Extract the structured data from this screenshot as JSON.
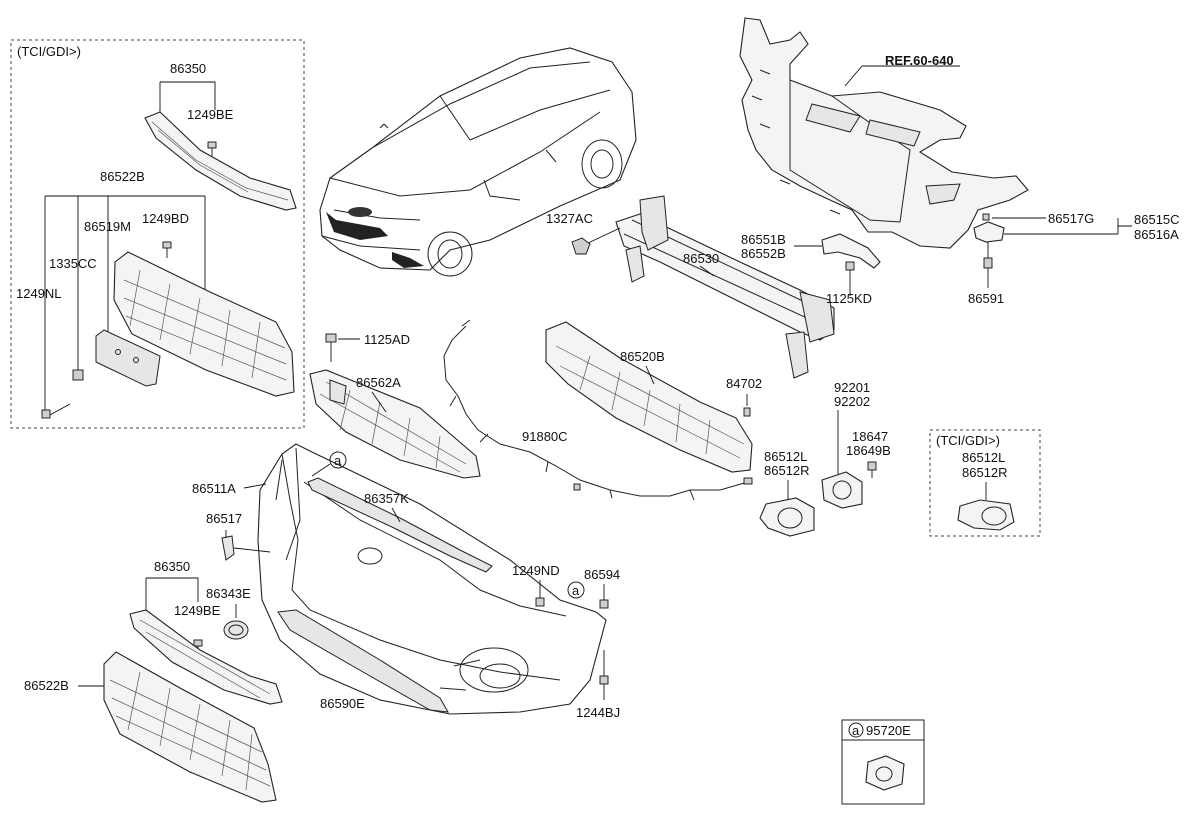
{
  "boxes": {
    "tci_gdi_left": "(TCI/GDI>)",
    "tci_gdi_right": "(TCI/GDI>)",
    "callout_symbol": "a",
    "callout_part": "95720E"
  },
  "reference": "REF.60-640",
  "labels": {
    "p86350_top": "86350",
    "p1249BE_top": "1249BE",
    "p86522B_top": "86522B",
    "p86519M": "86519M",
    "p1249BD": "1249BD",
    "p1335CC": "1335CC",
    "p1249NL": "1249NL",
    "p1327AC": "1327AC",
    "p86530": "86530",
    "p86551B": "86551B",
    "p86552B": "86552B",
    "p1125KD": "1125KD",
    "p86517G": "86517G",
    "p86515C": "86515C",
    "p86516A": "86516A",
    "p86591": "86591",
    "p1125AD": "1125AD",
    "p86562A": "86562A",
    "p86520B": "86520B",
    "p84702": "84702",
    "p92201": "92201",
    "p92202": "92202",
    "p18647": "18647",
    "p18649B": "18649B",
    "p91880C": "91880C",
    "p86512L": "86512L",
    "p86512R": "86512R",
    "p86512L_box": "86512L",
    "p86512R_box": "86512R",
    "p86511A": "86511A",
    "p86357K": "86357K",
    "p86517": "86517",
    "p86350_bot": "86350",
    "p86343E": "86343E",
    "p1249BE_bot": "1249BE",
    "p1249ND": "1249ND",
    "p86594": "86594",
    "p86522B_bot": "86522B",
    "p86590E": "86590E",
    "p1244BJ": "1244BJ"
  }
}
